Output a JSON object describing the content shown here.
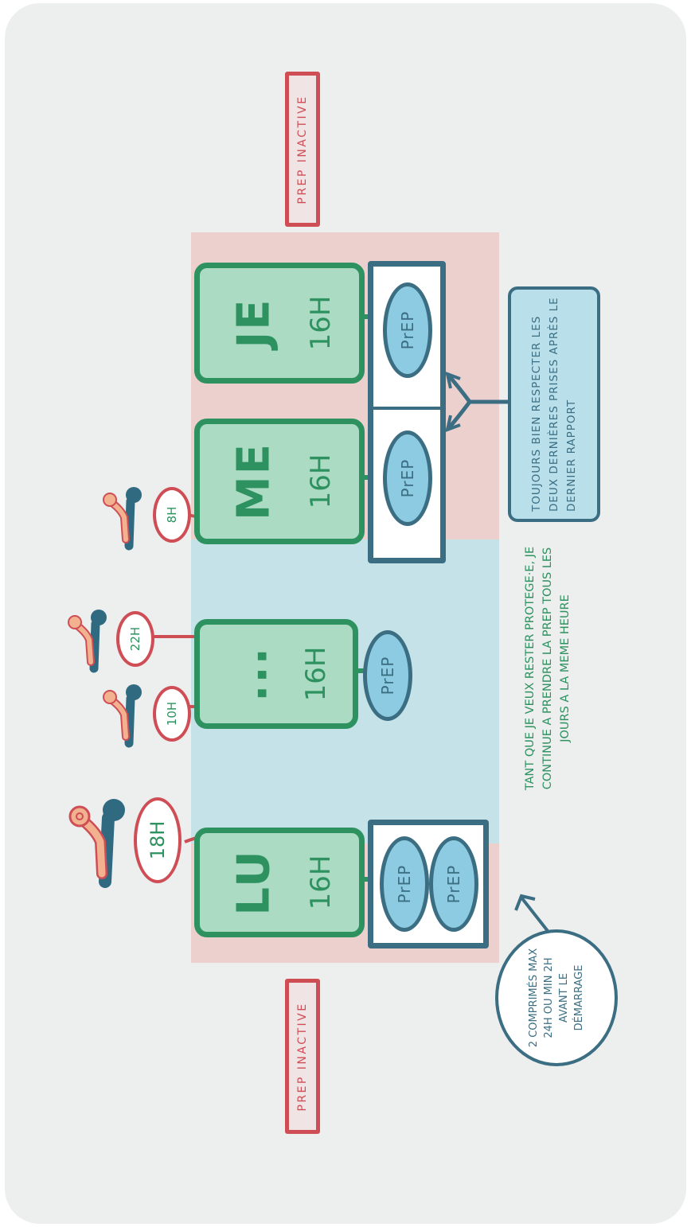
{
  "labels": {
    "inactive_top": "PREP INACTIVE",
    "inactive_bottom": "PREP INACTIVE"
  },
  "days": [
    {
      "label": "LU",
      "hours": "16H"
    },
    {
      "label": "...",
      "hours": "16H"
    },
    {
      "label": "ME",
      "hours": "16H"
    },
    {
      "label": "JE",
      "hours": "16H"
    }
  ],
  "pill_label": "PrEP",
  "intakes": [
    "18H",
    "10H",
    "22H",
    "8H"
  ],
  "notes": {
    "start": "2 COMPRIMÉS MAX 24H OU MIN 2H AVANT LE DÉMARRAGE",
    "continue": "TANT QUE JE VEUX RESTER PROTEGE·E, JE CONTINUE A PRENDRE LA PREP TOUS LES JOURS A LA MEME HEURE",
    "end": "TOUJOURS BIEN RESPECTER LES DEUX DERNIÈRES PRISES APRÈS LE DERNIER RAPPORT"
  },
  "colors": {
    "active_zone": "#ecd0ce",
    "continue_zone": "#c4e2e8",
    "day_fill": "#acdbc4",
    "day_stroke": "#2e9160",
    "pill_fill": "#8ccbe1",
    "pill_stroke": "#3b6e83",
    "inactive_red": "#cf4e56",
    "figure_dark": "#2f6a80",
    "figure_peach": "#f2b28f"
  }
}
